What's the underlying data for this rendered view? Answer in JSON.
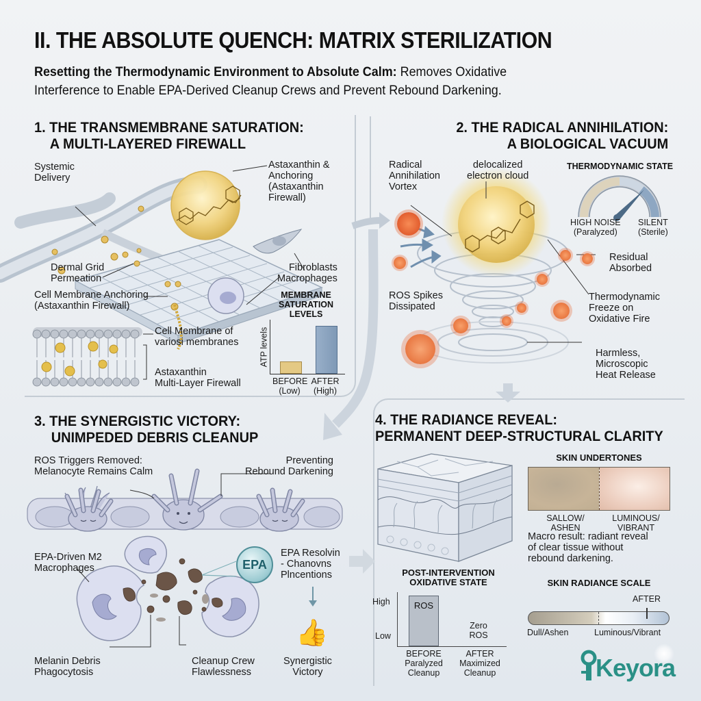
{
  "header": {
    "title": "II. THE ABSOLUTE QUENCH: MATRIX STERILIZATION",
    "subtitle_bold": "Resetting the Thermodynamic Environment to Absolute Calm:",
    "subtitle_line1_rest": " Removes Oxidative",
    "subtitle_line2": "Interference to Enable EPA-Derived Cleanup Crews and Prevent Rebound Darkening."
  },
  "panel1": {
    "title_line1": "1. THE TRANSMEMBRANE SATURATION:",
    "title_line2": "A MULTI-LAYERED FIREWALL",
    "labels": {
      "systemic_delivery_1": "Systemic",
      "systemic_delivery_2": "Delivery",
      "astaxanthin_1": "Astaxanthin &",
      "astaxanthin_2": "Anchoring",
      "astaxanthin_3": "(Astaxanthin",
      "astaxanthin_4": "Firewall)",
      "dermal_grid_1": "Dermal Grid",
      "dermal_grid_2": "Permeation",
      "fibroblasts": "Fibroblasts",
      "macrophages": "Macrophages",
      "cell_membrane_anchoring_1": "Cell Membrane Anchoring",
      "cell_membrane_anchoring_2": "(Astaxanthin Firewall)",
      "cell_membrane_of_1": "Cell Membrane of",
      "cell_membrane_of_2": "variosi membranes",
      "multilayer_1": "Astaxanthin",
      "multilayer_2": "Multi-Layer Firewall"
    }
  },
  "panel2": {
    "title_line1": "2. THE RADICAL ANNIHILATION:",
    "title_line2": "A BIOLOGICAL VACUUM",
    "labels": {
      "vortex_1": "Radical",
      "vortex_2": "Annihilation",
      "vortex_3": "Vortex",
      "cloud_1": "delocalized",
      "cloud_2": "electron cloud",
      "residual_1": "Residual",
      "residual_2": "Absorbed",
      "ros_spikes_1": "ROS Spikes",
      "ros_spikes_2": "Dissipated",
      "freeze_1": "Thermodynamic",
      "freeze_2": "Freeze on",
      "freeze_3": "Oxidative Fire",
      "heat_1": "Harmless,",
      "heat_2": "Microscopic",
      "heat_3": "Heat Release"
    },
    "gauge": {
      "title": "THERMODYNAMIC STATE",
      "left_label": "HIGH NOISE",
      "left_sub": "(Paralyzed)",
      "right_label": "SILENT",
      "right_sub": "(Sterile)"
    }
  },
  "panel3": {
    "title_line1": "3. THE SYNERGISTIC VICTORY:",
    "title_line2": "UNIMPEDED DEBRIS CLEANUP",
    "labels": {
      "ros_triggers_1": "ROS Triggers Removed:",
      "ros_triggers_2": "Melanocyte Remains Calm",
      "preventing_1": "Preventing",
      "preventing_2": "Rebound Darkening",
      "m2_1": "EPA-Driven M2",
      "m2_2": "Macrophages",
      "epa_badge": "EPA",
      "resolvin_1": "EPA Resolvin",
      "resolvin_2": "- Chanovns",
      "resolvin_3": "Plncentions",
      "melanin_1": "Melanin Debris",
      "melanin_2": "Phagocytosis",
      "cleanup_1": "Cleanup Crew",
      "cleanup_2": "Flawlessness",
      "victory_1": "Synergistic",
      "victory_2": "Victory"
    }
  },
  "panel4": {
    "title_line1": "4. THE RADIANCE REVEAL:",
    "title_line2": "PERMANENT DEEP-STRUCTURAL CLARITY",
    "undertones": {
      "title": "SKIN UNDERTONES",
      "left_1": "SALLOW/",
      "left_2": "ASHEN",
      "right_1": "LUMINOUS/",
      "right_2": "VIBRANT"
    },
    "macro_result_1": "Macro result: radiant reveal",
    "macro_result_2": "of clear tissue without",
    "macro_result_3": "rebound darkening.",
    "radiance_scale": {
      "title": "SKIN RADIANCE SCALE",
      "marker": "AFTER",
      "left": "Dull/Ashen",
      "right": "Luminous/Vibrant"
    }
  },
  "brand": {
    "logo_text": "Keyora",
    "color": "#2a9086"
  },
  "colors": {
    "background": "#eceff2",
    "astaxanthin_gold": "#e8c25a",
    "ros_orange": "#e8602c",
    "after_blue": "#8fa9c4",
    "before_tan": "#e4c984",
    "epa_teal": "#4f9aa4"
  },
  "chart_data": [
    {
      "type": "bar",
      "title": "MEMBRANE SATURATION LEVELS",
      "ylabel": "ATP levels",
      "categories": [
        "BEFORE (Low)",
        "AFTER (High)"
      ],
      "values": [
        20,
        90
      ],
      "ylim": [
        0,
        100
      ]
    },
    {
      "type": "bar",
      "title": "POST-INTERVENTION OXIDATIVE STATE",
      "ylabel": "",
      "yticks": [
        "Low",
        "High"
      ],
      "categories": [
        "BEFORE Paralyzed Cleanup",
        "AFTER Maximized Cleanup"
      ],
      "values": [
        100,
        0
      ],
      "bar_labels": [
        "ROS",
        "Zero ROS"
      ]
    }
  ],
  "c1": {
    "title_1": "MEMBRANE",
    "title_2": "SATURATION",
    "title_3": "LEVELS",
    "ylabel": "ATP levels",
    "cat1_1": "BEFORE",
    "cat1_2": "(Low)",
    "cat2_1": "AFTER",
    "cat2_2": "(High)"
  },
  "c2": {
    "title_1": "POST-INTERVENTION",
    "title_2": "OXIDATIVE STATE",
    "y_high": "High",
    "y_low": "Low",
    "bar1_label": "ROS",
    "bar2_label_1": "Zero",
    "bar2_label_2": "ROS",
    "cat1_1": "BEFORE",
    "cat1_2": "Paralyzed",
    "cat1_3": "Cleanup",
    "cat2_1": "AFTER",
    "cat2_2": "Maximized",
    "cat2_3": "Cleanup"
  }
}
